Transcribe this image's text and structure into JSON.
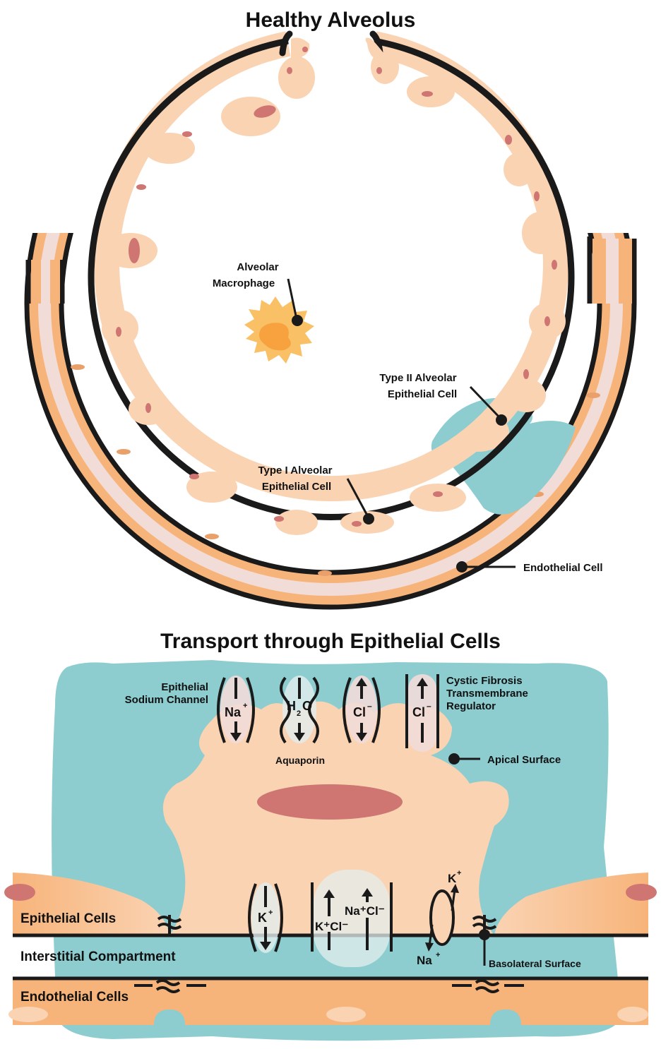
{
  "titles": {
    "top": "Healthy Alveolus",
    "bottom": "Transport through Epithelial Cells"
  },
  "alveolus_labels": {
    "macrophage_l1": "Alveolar",
    "macrophage_l2": "Macrophage",
    "type2_l1": "Type II Alveolar",
    "type2_l2": "Epithelial Cell",
    "type1_l1": "Type I Alveolar",
    "type1_l2": "Epithelial Cell",
    "endothelial": "Endothelial Cell"
  },
  "transport_labels": {
    "enac_l1": "Epithelial",
    "enac_l2": "Sodium Channel",
    "cftr_l1": "Cystic Fibrosis",
    "cftr_l2": "Transmembrane",
    "cftr_l3": "Regulator",
    "aquaporin": "Aquaporin",
    "apical": "Apical Surface",
    "basolateral": "Basolateral Surface",
    "epithelial_cells": "Epithelial Cells",
    "interstitial": "Interstitial Compartment",
    "endothelial_cells": "Endothelial Cells"
  },
  "ions": {
    "na": "Na",
    "h2o_h": "H",
    "h2o_2": "2",
    "h2o_o": "O",
    "cl": "Cl",
    "k": "K",
    "kcl": "K⁺Cl⁻",
    "nacl": "Na⁺Cl⁻",
    "plus": "+",
    "minus": "–"
  },
  "colors": {
    "cell_peach": "#fad3b3",
    "cell_orange": "#f7b47a",
    "nucleus": "#cf7572",
    "interstitial_teal": "#8dcdd0",
    "capillary_pink": "#f2dcd8",
    "macrophage": "#f9c065",
    "outline": "#1a1a1a"
  }
}
